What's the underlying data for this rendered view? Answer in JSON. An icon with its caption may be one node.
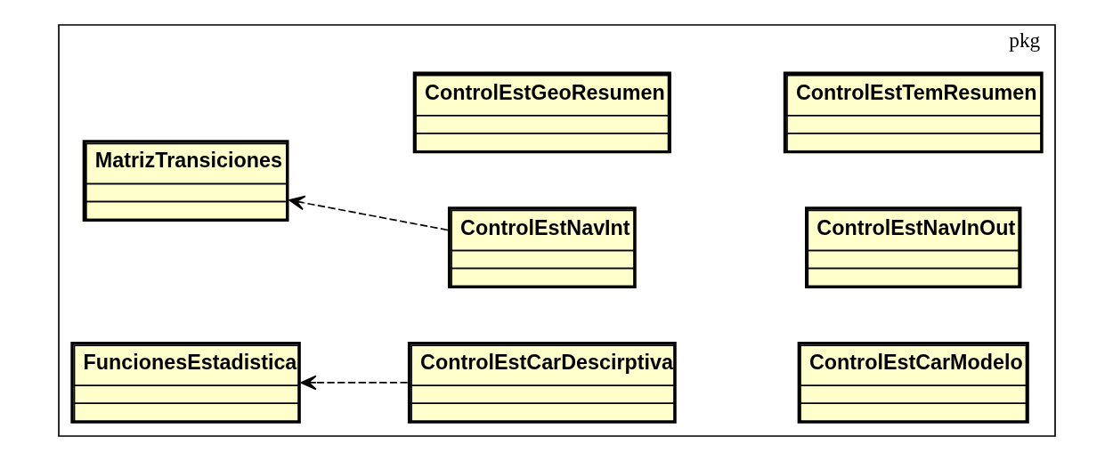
{
  "diagram": {
    "nodes": [
      {
        "text": [
          "pkg"
        ]
      },
      {
        "text": [
          "ControlEstGeoResumen"
        ],
        "in": 0
      },
      {
        "text": [
          "ControlEstTemResumen"
        ],
        "in": 0
      },
      {
        "text": [
          "MatrizTransiciones"
        ],
        "in": 0
      },
      {
        "text": [
          "ControlEstNavInt"
        ],
        "in": 0
      },
      {
        "text": [
          "ControlEstNavInOut"
        ],
        "in": 0
      },
      {
        "text": [
          "FuncionesEstadistica"
        ],
        "in": 0
      },
      {
        "text": [
          "ControlEstCarDescirptiva"
        ],
        "in": 0
      },
      {
        "text": [
          "ControlEstCarModelo"
        ],
        "in": 0
      }
    ],
    "edges": [
      {
        "from": 4,
        "to": 3,
        "arrow": "to",
        "style": "dashed"
      },
      {
        "from": 7,
        "to": 6,
        "arrow": "to",
        "style": "dashed"
      }
    ]
  }
}
